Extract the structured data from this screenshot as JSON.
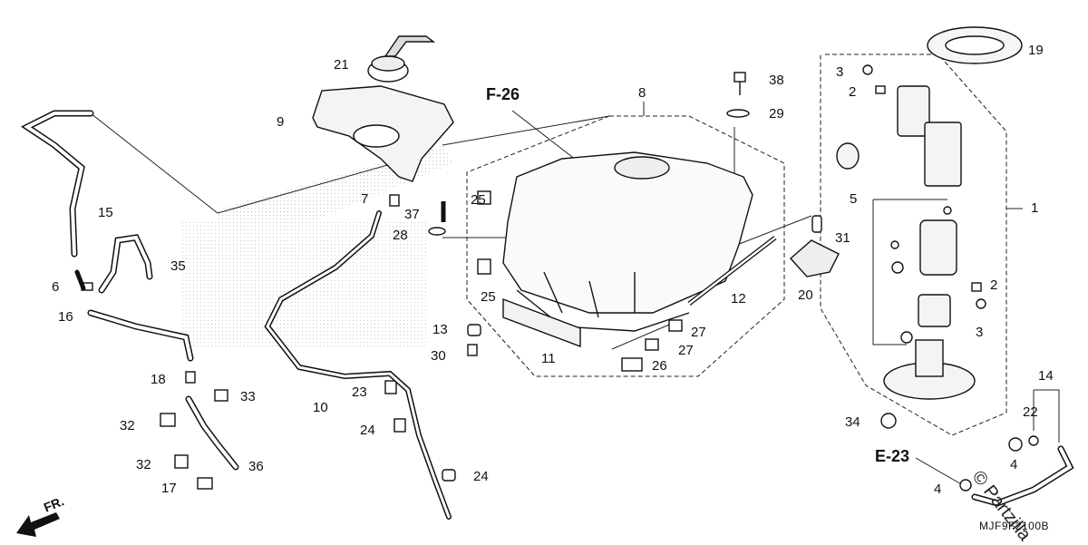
{
  "diagram": {
    "parts": [
      {
        "id": "p1",
        "number": "1"
      },
      {
        "id": "p2a",
        "number": "2"
      },
      {
        "id": "p2b",
        "number": "2"
      },
      {
        "id": "p3a",
        "number": "3"
      },
      {
        "id": "p3b",
        "number": "3"
      },
      {
        "id": "p4a",
        "number": "4"
      },
      {
        "id": "p4b",
        "number": "4"
      },
      {
        "id": "p5",
        "number": "5"
      },
      {
        "id": "p6",
        "number": "6"
      },
      {
        "id": "p7",
        "number": "7"
      },
      {
        "id": "p8",
        "number": "8"
      },
      {
        "id": "p9",
        "number": "9"
      },
      {
        "id": "p10",
        "number": "10"
      },
      {
        "id": "p11",
        "number": "11"
      },
      {
        "id": "p12",
        "number": "12"
      },
      {
        "id": "p13",
        "number": "13"
      },
      {
        "id": "p14",
        "number": "14"
      },
      {
        "id": "p15",
        "number": "15"
      },
      {
        "id": "p16",
        "number": "16"
      },
      {
        "id": "p17",
        "number": "17"
      },
      {
        "id": "p18",
        "number": "18"
      },
      {
        "id": "p19",
        "number": "19"
      },
      {
        "id": "p20",
        "number": "20"
      },
      {
        "id": "p21",
        "number": "21"
      },
      {
        "id": "p22",
        "number": "22"
      },
      {
        "id": "p23",
        "number": "23"
      },
      {
        "id": "p24a",
        "number": "24"
      },
      {
        "id": "p24b",
        "number": "24"
      },
      {
        "id": "p25a",
        "number": "25"
      },
      {
        "id": "p25b",
        "number": "25"
      },
      {
        "id": "p26",
        "number": "26"
      },
      {
        "id": "p27a",
        "number": "27"
      },
      {
        "id": "p27b",
        "number": "27"
      },
      {
        "id": "p28",
        "number": "28"
      },
      {
        "id": "p29",
        "number": "29"
      },
      {
        "id": "p30",
        "number": "30"
      },
      {
        "id": "p31",
        "number": "31"
      },
      {
        "id": "p32a",
        "number": "32"
      },
      {
        "id": "p32b",
        "number": "32"
      },
      {
        "id": "p33",
        "number": "33"
      },
      {
        "id": "p34",
        "number": "34"
      },
      {
        "id": "p35",
        "number": "35"
      },
      {
        "id": "p36",
        "number": "36"
      },
      {
        "id": "p37",
        "number": "37"
      },
      {
        "id": "p38",
        "number": "38"
      }
    ],
    "refs": {
      "f26": "F-26",
      "e23": "E-23"
    },
    "front_marker": "FR.",
    "drawing_code": "MJF9F2100B",
    "copyright": "© Partzilla"
  }
}
